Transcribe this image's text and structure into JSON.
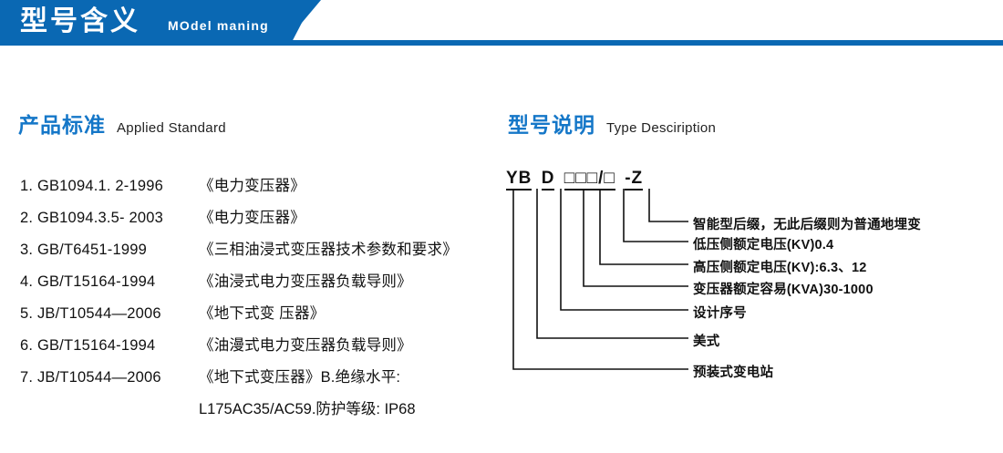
{
  "banner": {
    "title": "型号含义",
    "subtitle": "MOdel maning",
    "color": "#0a68b3"
  },
  "sections": {
    "standards": {
      "heading_cn": "产品标准",
      "heading_en": "Applied Standard",
      "heading_color": "#1577c8",
      "items": [
        {
          "code": "1. GB1094.1. 2-1996",
          "name": "《电力变压器》"
        },
        {
          "code": "2. GB1094.3.5- 2003",
          "name": "《电力变压器》"
        },
        {
          "code": "3. GB/T6451-1999",
          "name": "《三相油浸式变压器技术参数和要求》"
        },
        {
          "code": "4. GB/T15164-1994",
          "name": "《油浸式电力变压器负载导则》"
        },
        {
          "code": "5. JB/T10544—2006",
          "name": "《地下式变 压器》"
        },
        {
          "code": "6. GB/T15164-1994",
          "name": "《油漫式电力变压器负载导则》"
        },
        {
          "code": "7. JB/T10544—2006",
          "name": "《地下式变压器》B.绝缘水平:"
        }
      ],
      "continuation": "L175AC35/AC59.防护等级: IP68"
    },
    "type_description": {
      "heading_cn": "型号说明",
      "heading_en": "Type Desciription",
      "heading_color": "#1577c8",
      "code_segments": [
        "YB",
        "D",
        "□",
        "□",
        "□",
        "/□",
        "-Z"
      ],
      "code_display": "YB D □□□/□ - Z",
      "callouts": [
        {
          "text": "智能型后缀，无此后缀则为普通地埋变"
        },
        {
          "text": "低压侧额定电压(KV)0.4"
        },
        {
          "text": "高压侧额定电压(KV):6.3、12"
        },
        {
          "text": "变压器额定容易(KVA)30-1000"
        },
        {
          "text": "设计序号"
        },
        {
          "text": "美式"
        },
        {
          "text": "预装式变电站"
        }
      ]
    }
  }
}
